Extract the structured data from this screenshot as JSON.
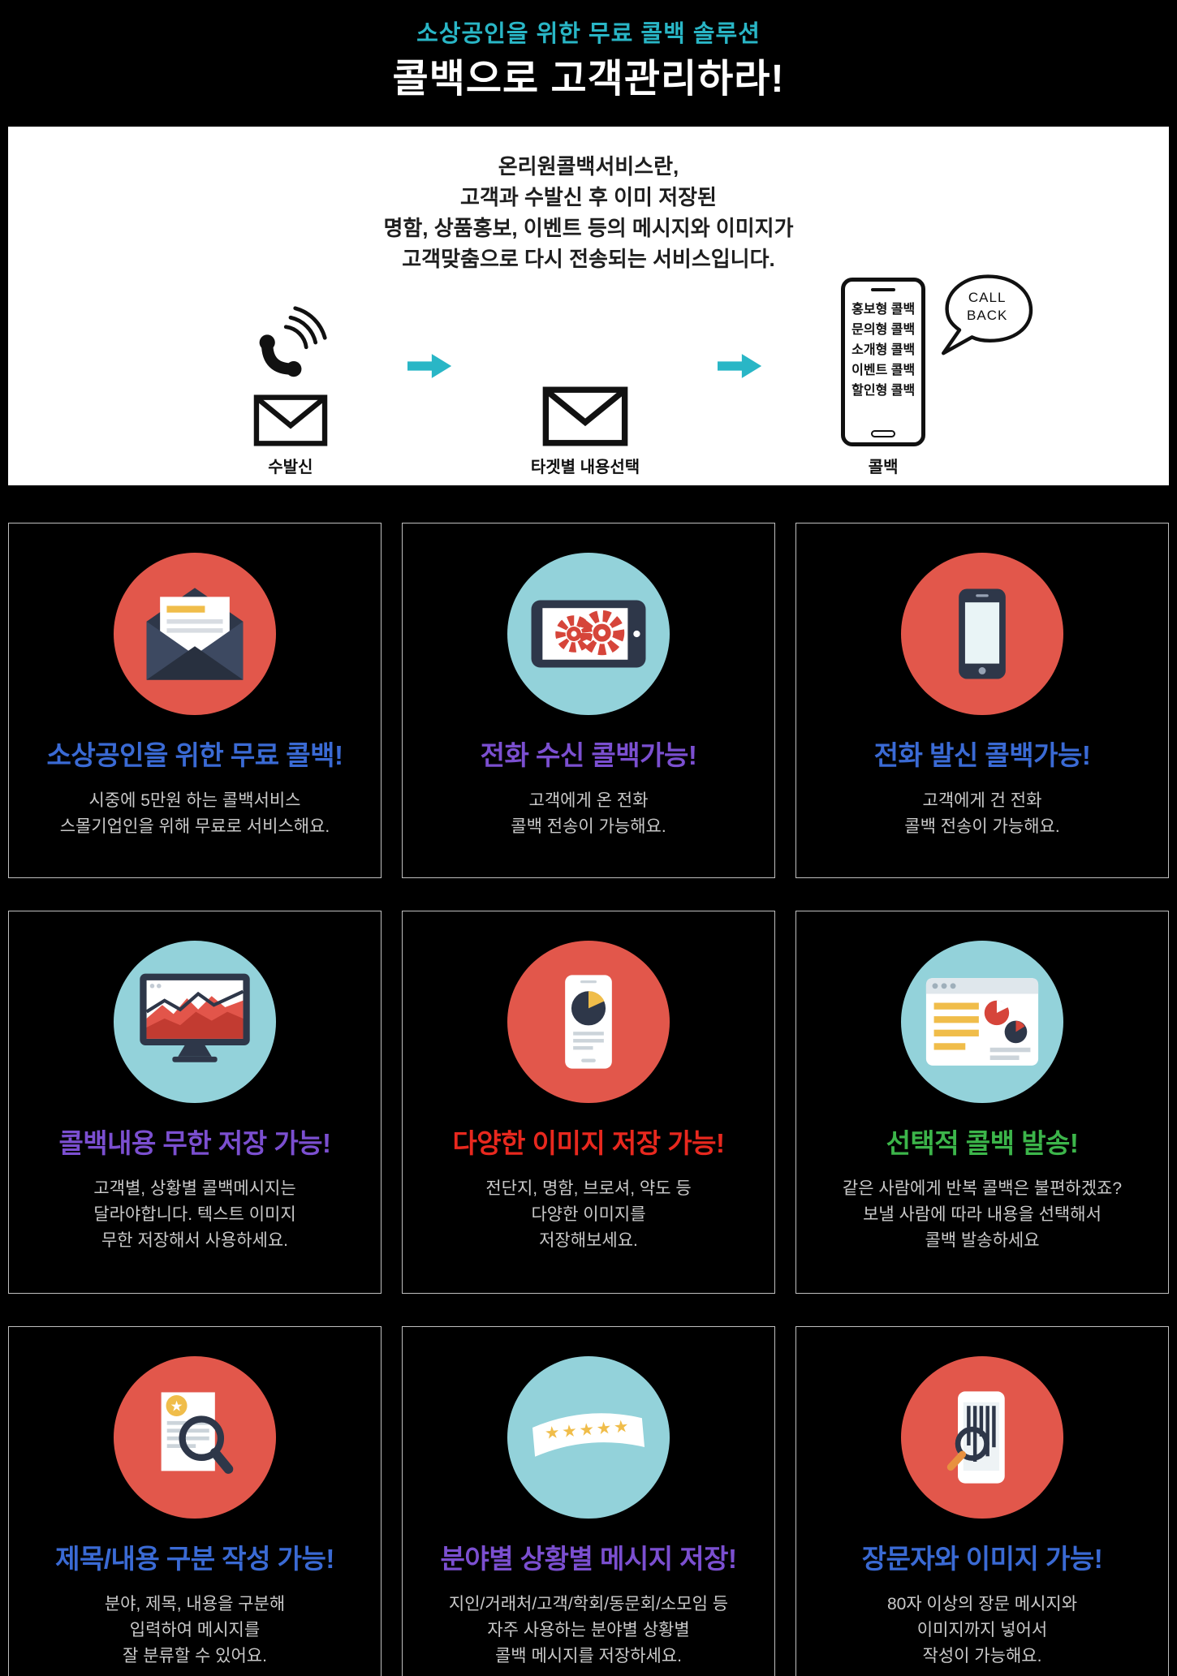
{
  "colors": {
    "background": "#000000",
    "accent_teal": "#29b6c6",
    "card_red_circle": "#e2574b",
    "card_teal_circle": "#93d2da",
    "title_blue": "#3a6ad4",
    "title_purple": "#7b4fd0",
    "title_red": "#e8281e",
    "title_green": "#3cb54a"
  },
  "header": {
    "subtitle": "소상공인을 위한 무료 콜백 솔루션",
    "title": "콜백으로 고객관리하라!"
  },
  "banner": {
    "description": "온리원콜백서비스란,\n고객과 수발신 후 이미 저장된\n명함, 상품홍보, 이벤트 등의 메시지와 이미지가\n고객맞춤으로 다시 전송되는 서비스입니다.",
    "steps": [
      {
        "label": "수발신"
      },
      {
        "label": "타겟별 내용선택"
      },
      {
        "label": "콜백"
      }
    ],
    "phone_list": "홍보형 콜백\n문의형 콜백\n소개형 콜백\n이벤트 콜백\n할인형 콜백",
    "bubble": "CALL\nBACK"
  },
  "cards": [
    {
      "icon": "open-envelope-documents",
      "title": "소상공인을 위한 무료 콜백!",
      "title_color": "#3a6ad4",
      "circle_color": "#e2574b",
      "body": "시중에 5만원 하는 콜백서비스\n스몰기업인을 위해 무료로 서비스해요."
    },
    {
      "icon": "tablet-gears",
      "title": "전화 수신 콜백가능!",
      "title_color": "#7b4fd0",
      "circle_color": "#93d2da",
      "body": "고객에게 온 전화\n콜백 전송이 가능해요."
    },
    {
      "icon": "smartphone",
      "title": "전화 발신 콜백가능!",
      "title_color": "#3a6ad4",
      "circle_color": "#e2574b",
      "body": "고객에게 건 전화\n콜백 전송이 가능해요."
    },
    {
      "icon": "monitor-chart",
      "title": "콜백내용 무한 저장 가능!",
      "title_color": "#7b4fd0",
      "circle_color": "#93d2da",
      "body": "고객별, 상황별 콜백메시지는\n달라야합니다. 텍스트 이미지\n무한 저장해서 사용하세요."
    },
    {
      "icon": "phone-piechart",
      "title": "다양한 이미지 저장 가능!",
      "title_color": "#e8281e",
      "circle_color": "#e2574b",
      "body": "전단지, 명함, 브로셔, 약도 등\n다양한 이미지를\n저장해보세요."
    },
    {
      "icon": "browser-charts",
      "title": "선택적 콜백 발송!",
      "title_color": "#3cb54a",
      "circle_color": "#93d2da",
      "body": "같은 사람에게 반복 콜백은 불편하겠죠?\n보낼 사람에 따라 내용을 선택해서\n콜백 발송하세요"
    },
    {
      "icon": "document-star-magnifier",
      "title": "제목/내용 구분 작성 가능!",
      "title_color": "#3a6ad4",
      "circle_color": "#e2574b",
      "body": "분야, 제목, 내용을 구분해\n입력하여 메시지를\n잘 분류할 수 있어요."
    },
    {
      "icon": "ribbon-five-stars",
      "title": "분야별 상황별 메시지 저장!",
      "title_color": "#7b4fd0",
      "circle_color": "#93d2da",
      "body": "지인/거래처/고객/학회/동문회/소모임 등\n자주 사용하는 분야별 상황별\n콜백 메시지를 저장하세요."
    },
    {
      "icon": "phone-magnifier-chart",
      "title": "장문자와 이미지 가능!",
      "title_color": "#3a6ad4",
      "circle_color": "#e2574b",
      "body": "80자 이상의 장문 메시지와\n이미지까지 넣어서\n작성이 가능해요."
    }
  ]
}
